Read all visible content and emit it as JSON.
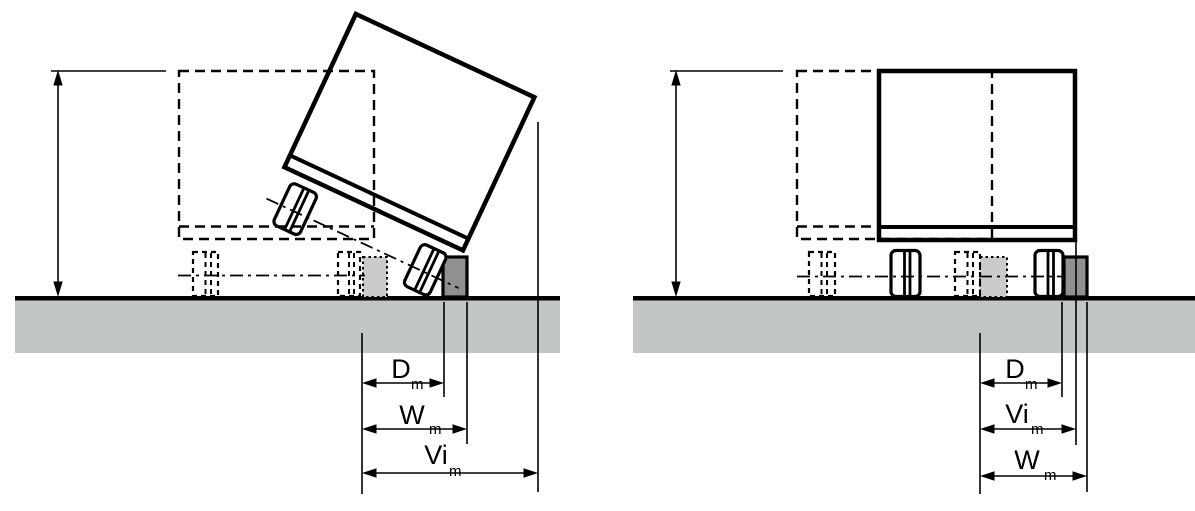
{
  "figure": {
    "panels": [
      {
        "id": "tilted-vehicle-panel",
        "dim_rows": [
          {
            "main": "D",
            "sub": "m"
          },
          {
            "main": "W",
            "sub": "m"
          },
          {
            "main": "Vi",
            "sub": "m"
          }
        ]
      },
      {
        "id": "upright-vehicle-panel",
        "dim_rows": [
          {
            "main": "D",
            "sub": "m"
          },
          {
            "main": "Vi",
            "sub": "m"
          },
          {
            "main": "W",
            "sub": "m"
          }
        ]
      }
    ]
  },
  "colors": {
    "ground": "#c3c7c3",
    "kerb_light": "#c9ccc9",
    "kerb_dark": "#8e918e",
    "ink": "#000000",
    "wheel_fill": "#ffffff"
  }
}
